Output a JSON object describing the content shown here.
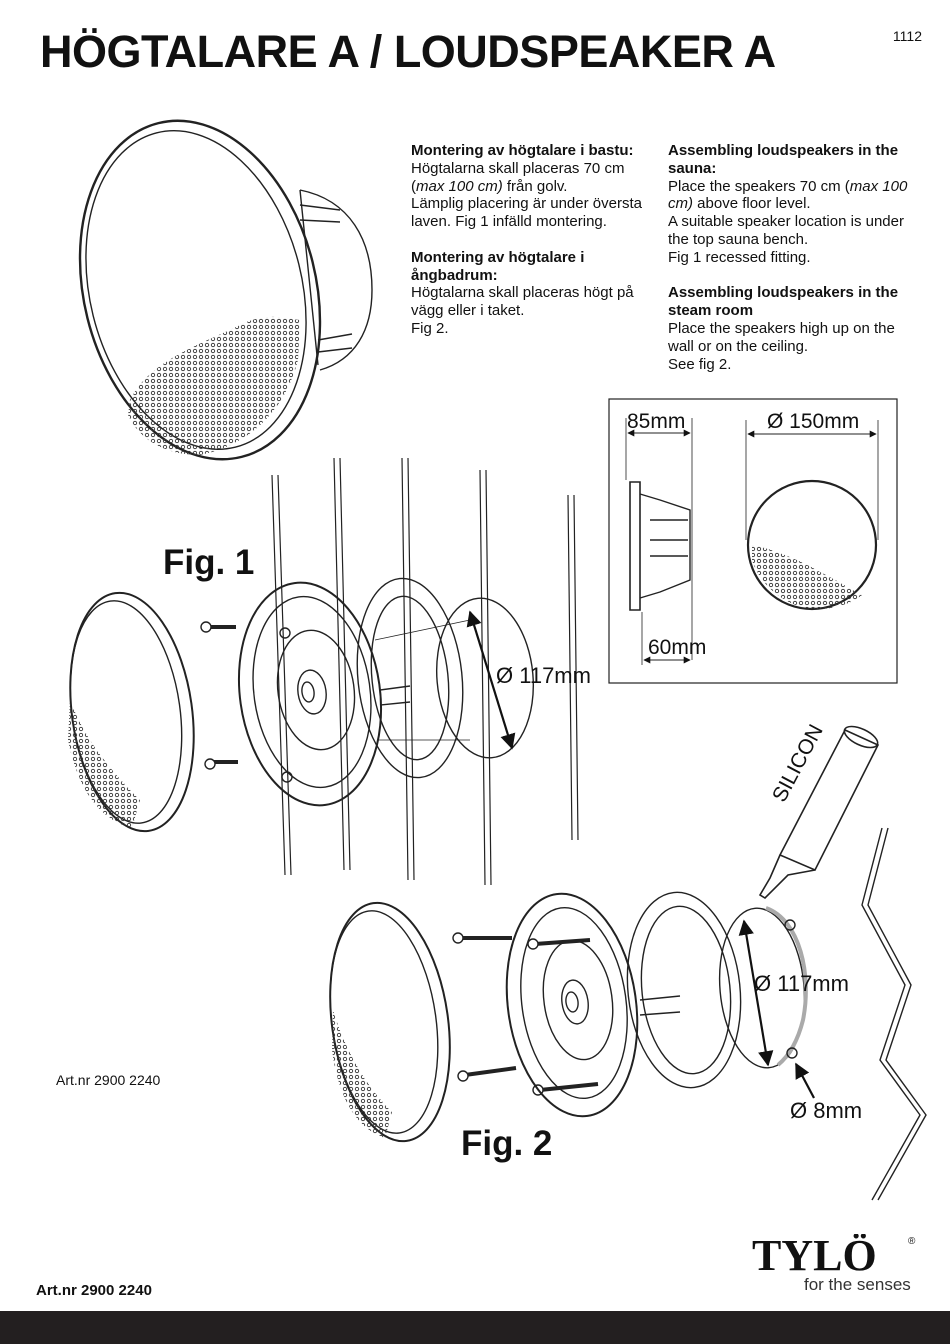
{
  "page": {
    "title": "HÖGTALARE A / LOUDSPEAKER A",
    "page_number": "1112"
  },
  "swedish": {
    "sauna_heading": "Montering av högtalare i bastu:",
    "sauna_text_1": "Högtalarna skall placeras 70 cm (",
    "sauna_text_italic": "max 100 cm)",
    "sauna_text_2": " från golv.\nLämplig placering är under översta laven. Fig 1 infälld montering.",
    "steam_heading": "Montering av högtalare i ångbadrum:",
    "steam_text": "Högtalarna skall placeras högt på vägg eller i taket.\nFig 2."
  },
  "english": {
    "sauna_heading": "Assembling loudspeakers in the sauna:",
    "sauna_text_1": "Place the speakers 70 cm (",
    "sauna_text_italic": "max 100 cm)",
    "sauna_text_2": " above floor level.\nA suitable speaker location is under the top sauna bench.\nFig 1 recessed fitting.",
    "steam_heading": "Assembling loudspeakers in the steam room",
    "steam_text": "Place the speakers high up on the wall or on the ceiling.\nSee fig 2."
  },
  "figures": {
    "fig1_label": "Fig. 1",
    "fig2_label": "Fig. 2",
    "fig1_hole_diameter": "Ø 117mm",
    "fig2_hole_diameter": "Ø 117mm",
    "fig2_drill_diameter": "Ø 8mm",
    "silicon_label": "SILICON"
  },
  "dimensions_box": {
    "depth_total": "85mm",
    "diameter": "Ø 150mm",
    "depth_inset": "60mm"
  },
  "article": {
    "art_nr_small": "Art.nr 2900 2240",
    "art_nr_bottom": "Art.nr 2900 2240"
  },
  "brand": {
    "name": "TYLÖ",
    "registered_mark": "®",
    "tagline": "for the senses",
    "footer_color": "#231f20"
  }
}
